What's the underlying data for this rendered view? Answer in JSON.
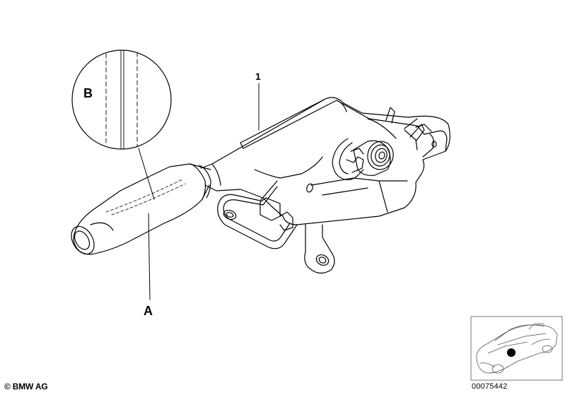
{
  "diagram": {
    "callouts": {
      "part_1": "1",
      "part_a": "A",
      "detail_b": "B"
    }
  },
  "footer": {
    "copyright": "© BMW AG",
    "part_number": "00075442"
  }
}
